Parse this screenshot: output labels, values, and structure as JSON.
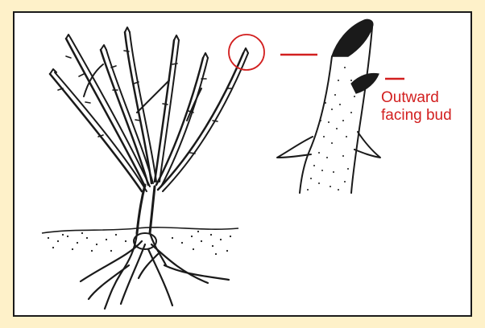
{
  "figure": {
    "callout_label_line1": "Outward",
    "callout_label_line2": "facing bud",
    "colors": {
      "frame": "#fef1c9",
      "panel": "#ffffff",
      "ink": "#1a1a1a",
      "highlight": "#d21f1f"
    },
    "elements": [
      "rose-bush-drawing",
      "soil-line",
      "root-system",
      "highlight-circle",
      "connector-line",
      "stem-closeup",
      "outward-bud",
      "pointer-line"
    ]
  }
}
